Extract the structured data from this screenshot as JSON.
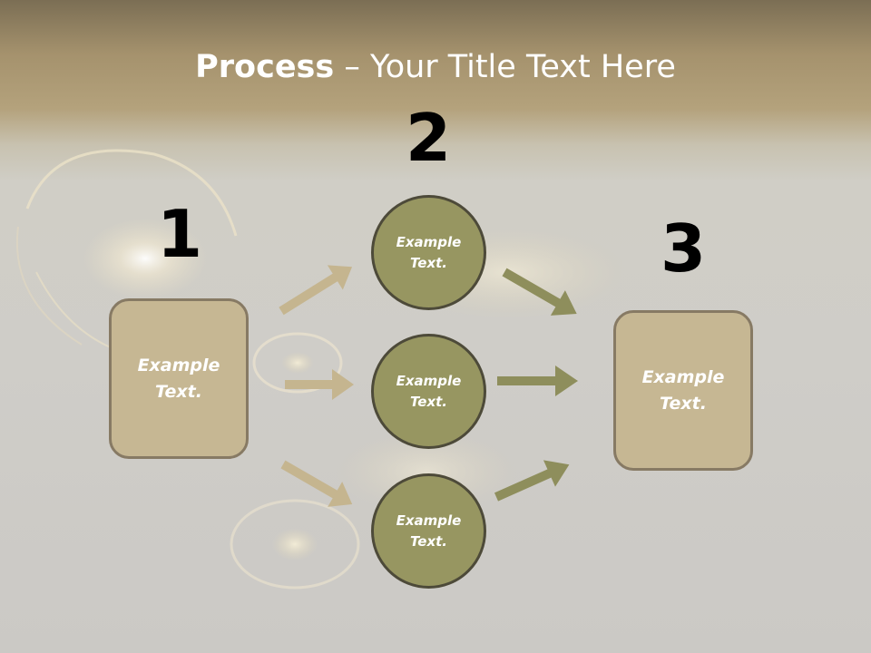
{
  "title": {
    "bold": "Process",
    "rest": " – Your Title Text Here"
  },
  "steps": [
    {
      "number": "1",
      "label": "Example\nText."
    },
    {
      "number": "2",
      "label": "Example\nText."
    },
    {
      "number": "3",
      "label": "Example\nText."
    }
  ],
  "circles": [
    {
      "label": "Example\nText."
    },
    {
      "label": "Example\nText."
    },
    {
      "label": "Example\nText."
    }
  ],
  "colors": {
    "box_fill": "#c6b793",
    "box_border": "#877a64",
    "circle_fill": "#979661",
    "circle_border": "#4d4a39",
    "arrow_left": "#c5b58f",
    "arrow_right": "#8e8e5c"
  }
}
